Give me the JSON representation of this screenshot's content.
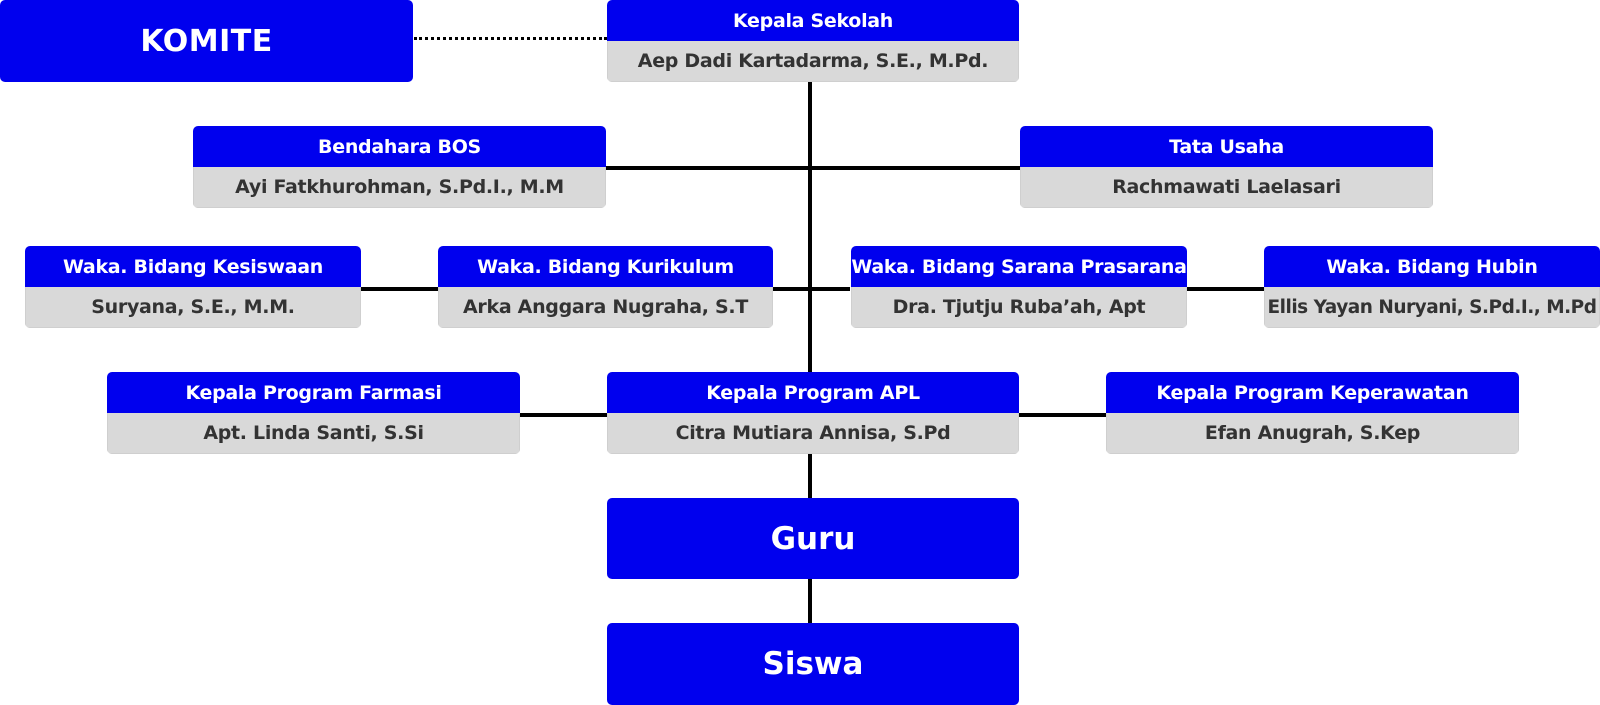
{
  "komite": {
    "label": "KOMITE"
  },
  "kepala_sekolah": {
    "role": "Kepala Sekolah",
    "name": "Aep Dadi Kartadarma, S.E., M.Pd."
  },
  "bendahara_bos": {
    "role": "Bendahara BOS",
    "name": "Ayi Fatkhurohman, S.Pd.I., M.M"
  },
  "tata_usaha": {
    "role": "Tata Usaha",
    "name": "Rachmawati Laelasari"
  },
  "waka_kesiswaan": {
    "role": "Waka. Bidang Kesiswaan",
    "name": "Suryana, S.E., M.M."
  },
  "waka_kurikulum": {
    "role": "Waka. Bidang Kurikulum",
    "name": "Arka Anggara Nugraha, S.T"
  },
  "waka_sarpras": {
    "role": "Waka. Bidang Sarana Prasarana",
    "name": "Dra. Tjutju Ruba’ah, Apt"
  },
  "waka_hubin": {
    "role": "Waka. Bidang Hubin",
    "name": "Ellis Yayan Nuryani, S.Pd.I., M.Pd"
  },
  "kaprog_farmasi": {
    "role": "Kepala Program Farmasi",
    "name": "Apt. Linda Santi, S.Si"
  },
  "kaprog_apl": {
    "role": "Kepala Program APL",
    "name": "Citra Mutiara Annisa, S.Pd"
  },
  "kaprog_keperawatan": {
    "role": "Kepala Program Keperawatan",
    "name": "Efan Anugrah,  S.Kep"
  },
  "guru": {
    "label": "Guru"
  },
  "siswa": {
    "label": "Siswa"
  },
  "colors": {
    "header": "#0000ee",
    "name_bg": "#d9d9d9",
    "name_text": "#333333",
    "connector": "#000000"
  }
}
